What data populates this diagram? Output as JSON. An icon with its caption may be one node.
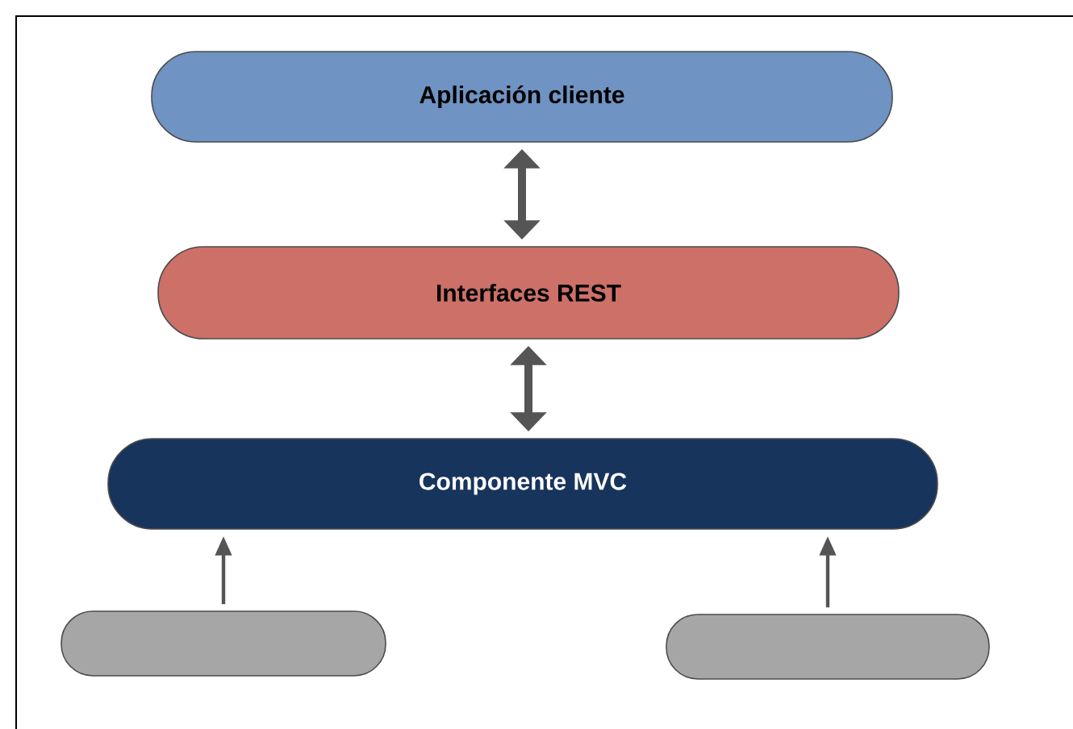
{
  "diagram": {
    "nodes": [
      {
        "text": [
          "Aplicación cliente"
        ]
      },
      {
        "text": [
          "Interfaces REST"
        ]
      },
      {
        "text": [
          "Componente MVC"
        ]
      },
      {
        "text": [],
        "shape": "box"
      },
      {
        "text": [],
        "shape": "box"
      }
    ],
    "edges": [
      {
        "from": 0,
        "to": 1,
        "arrow": "both",
        "style": "thick"
      },
      {
        "from": 1,
        "to": 2,
        "arrow": "both",
        "style": "thick"
      },
      {
        "from": 3,
        "to": 2,
        "arrow": "to"
      },
      {
        "from": 4,
        "to": 2,
        "arrow": "to"
      }
    ]
  }
}
